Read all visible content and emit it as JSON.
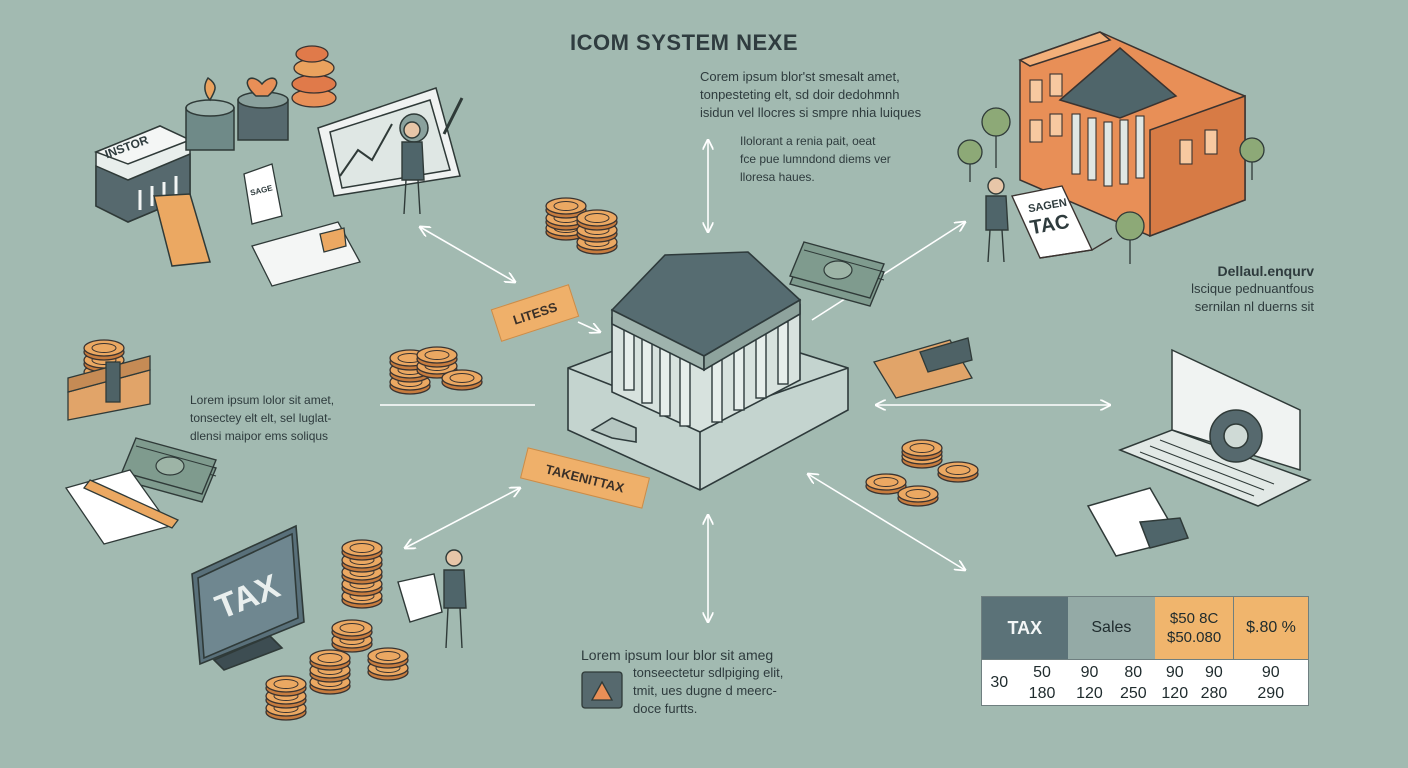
{
  "title": "ICOM SYSTEM NEXE",
  "top_text": {
    "lines1": [
      "Corem ipsum blor'st smesalt amet,",
      "tonpesteting elt, sd doir dedohmnh",
      "isidun vel llocres si smpre nhia luiques"
    ],
    "lines2": [
      "Ilolorant a renia pait, oeat",
      "fce pue lumndond diems ver",
      "lloresa haues."
    ]
  },
  "right_text": {
    "lines": [
      "Dellaul.enqurv",
      "lscique pednuantfous",
      "sernilan nl duerns  sit"
    ]
  },
  "left_text": {
    "lines": [
      "Lorem ipsum lolor sit amet,",
      "tonsectey elt elt, sel luglat-",
      "dlensi maipor ems soliqus"
    ]
  },
  "bottom_text": {
    "lines": [
      "Lorem ipsum lour blor sit ameg",
      "tonseectetur sdlpiging elit,",
      "tmit, ues dugne d meerc-",
      "doce furtts."
    ]
  },
  "labels": {
    "tag_top": "LITESS",
    "tag_bottom": "TAKENITTAX",
    "monitor_tax": "TAX",
    "building_sign": "INSTOR",
    "sign_tax_line1": "SAGEN",
    "sign_tax_line2": "TAC",
    "receipt_label": "SAGE"
  },
  "table": {
    "headers": [
      "TAX",
      "Sales",
      "$50 8C",
      "$50.080",
      "$.80 %"
    ],
    "rows": [
      [
        "30",
        "50",
        "90",
        "80",
        "90",
        "90",
        "90"
      ],
      [
        "",
        "180",
        "120",
        "250",
        "120",
        "280",
        "290"
      ]
    ]
  },
  "colors": {
    "background": "#a2bab1",
    "teal_dark": "#4f656a",
    "orange": "#efb06a",
    "coin": "#e9a35e",
    "building": "#e78f57"
  }
}
